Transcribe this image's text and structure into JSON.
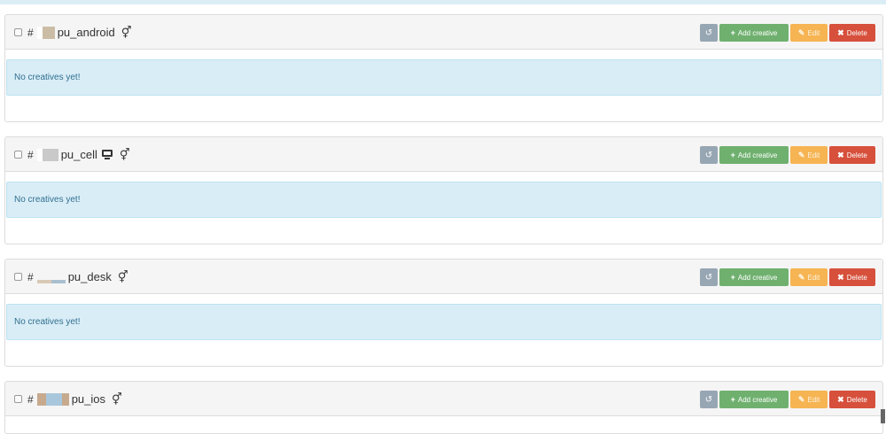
{
  "buttons": {
    "undo_icon": "↺",
    "add_icon": "+",
    "add_label": "Add creative",
    "edit_icon": "✎",
    "edit_label": "Edit",
    "delete_icon": "✖",
    "delete_label": "Delete"
  },
  "empty_message": "No creatives yet!",
  "gender_icon": "⚥",
  "colors": {
    "header_bg": "#f5f5f5",
    "alert_bg": "#d9edf7",
    "alert_text": "#31708f",
    "undo": "#97a6b3",
    "add": "#6fb06f",
    "edit": "#f6b453",
    "delete": "#d6503c"
  },
  "campaigns": [
    {
      "hash": "#",
      "name": "pu_android",
      "has_device_icon": false
    },
    {
      "hash": "#",
      "name": "pu_cell",
      "has_device_icon": true,
      "device_icon": "desktop-icon"
    },
    {
      "hash": "#",
      "name": "pu_desk",
      "has_device_icon": false
    },
    {
      "hash": "#",
      "name": "pu_ios",
      "has_device_icon": false
    }
  ]
}
